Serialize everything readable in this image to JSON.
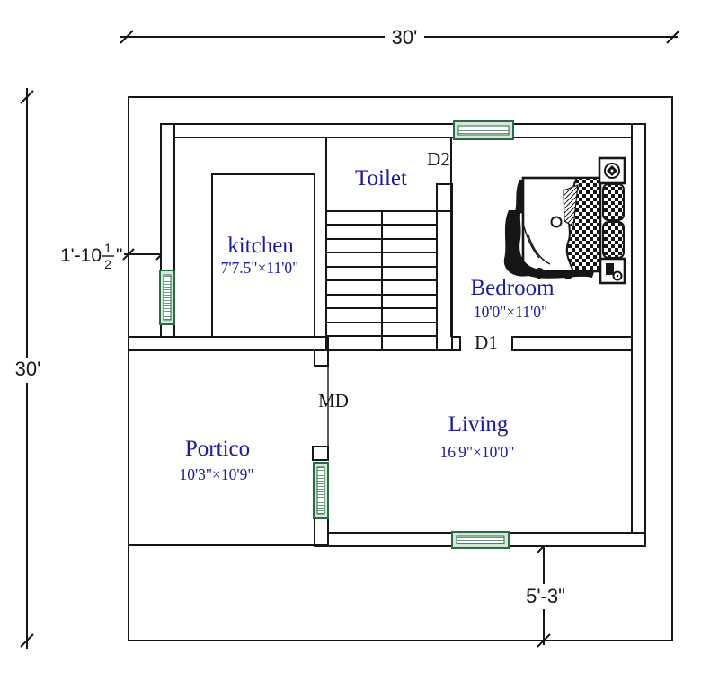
{
  "plan": {
    "type": "residential floor plan",
    "overall_width": "30'",
    "overall_height": "30'"
  },
  "dimensions": {
    "top_width": "30'",
    "left_height": "30'",
    "left_setback_whole": "1'-10",
    "left_setback_frac_num": "1",
    "left_setback_frac_den": "2",
    "left_setback_unit": "\"",
    "bottom_setback": "5'-3\""
  },
  "rooms": {
    "kitchen": {
      "name": "kitchen",
      "size": "7'7.5\"×11'0\""
    },
    "toilet": {
      "name": "Toilet"
    },
    "bedroom": {
      "name": "Bedroom",
      "size": "10'0\"×11'0\""
    },
    "living": {
      "name": "Living",
      "size": "16'9\"×10'0\""
    },
    "portico": {
      "name": "Portico",
      "size": "10'3\"×10'9\""
    }
  },
  "doors": {
    "d1": "D1",
    "d2": "D2",
    "main_door": "MD"
  },
  "colors": {
    "label-blue": "#1b1b9b",
    "line": "#161616",
    "window-dark": "#2a6b45",
    "window-light": "#d6e7d8"
  }
}
